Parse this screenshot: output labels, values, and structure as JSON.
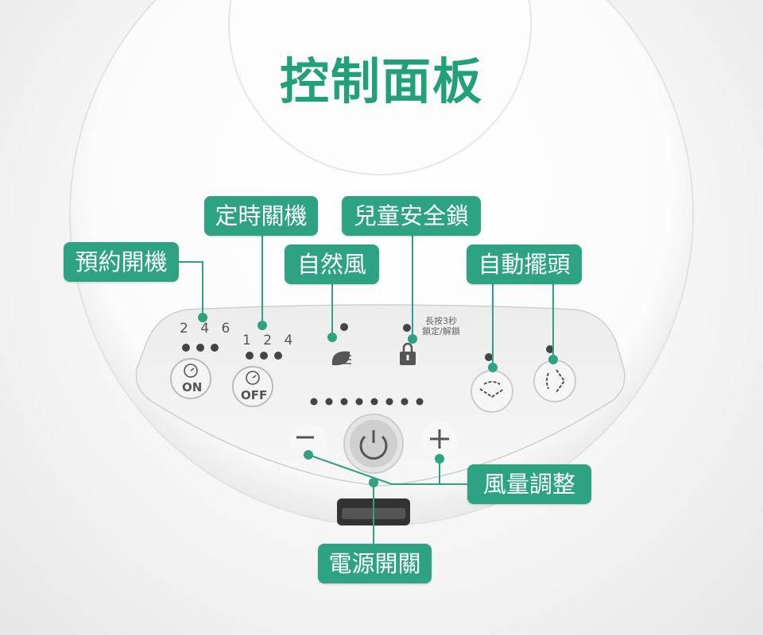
{
  "title": "控制面板",
  "labels": {
    "timer_off": "定時關機",
    "child_lock": "兒童安全鎖",
    "timer_on": "預約開機",
    "natural_wind": "自然風",
    "auto_swing": "自動擺頭",
    "wind_speed": "風量調整",
    "power": "電源開關"
  },
  "panel": {
    "timer_on_hours": "2 4 6",
    "timer_off_hours": "1 2 4",
    "on_text": "ON",
    "off_text": "OFF",
    "lock_hint_1": "長按3秒",
    "lock_hint_2": "鎖定/解鎖"
  },
  "colors": {
    "accent": "#2da383",
    "title": "#22a079"
  }
}
